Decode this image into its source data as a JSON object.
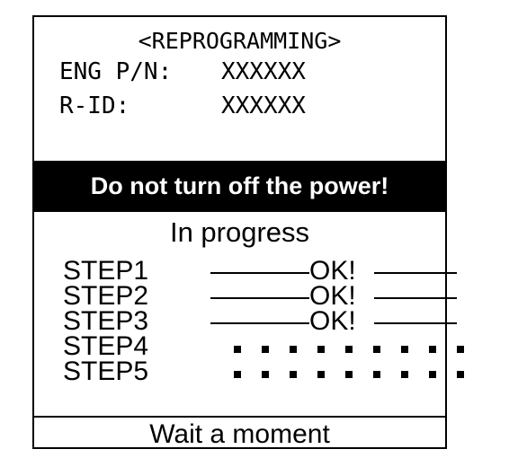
{
  "header": {
    "title": "<REPROGRAMMING>",
    "eng_pn_label": "ENG P/N:",
    "eng_pn_value": "XXXXXX",
    "rid_label": "R-ID:",
    "rid_value": "XXXXXX"
  },
  "warning": {
    "text": "Do not turn off the power!"
  },
  "progress": {
    "title": "In progress",
    "steps": [
      {
        "name": "STEP1",
        "status": "OK!"
      },
      {
        "name": "STEP2",
        "status": "OK!"
      },
      {
        "name": "STEP3",
        "status": "OK!"
      },
      {
        "name": "STEP4",
        "status": ""
      },
      {
        "name": "STEP5",
        "status": ""
      }
    ]
  },
  "footer": {
    "text": "Wait a moment"
  }
}
